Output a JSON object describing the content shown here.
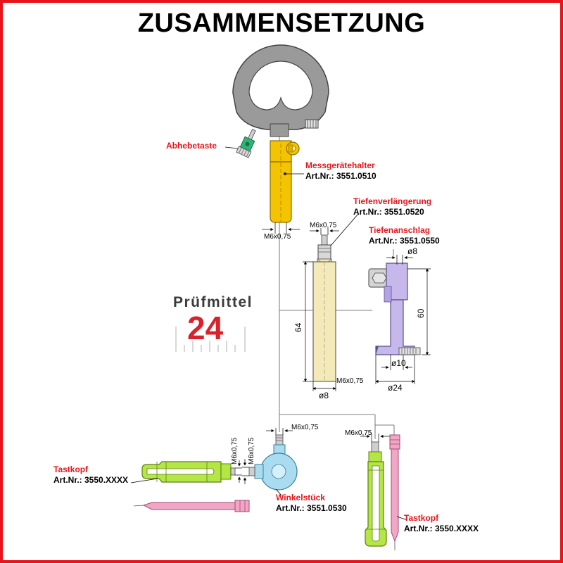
{
  "title": "ZUSAMMENSETZUNG",
  "logo": {
    "word": "Prüfmittel",
    "number": "24"
  },
  "labels": {
    "abhebetaste": "Abhebetaste",
    "messgeraetehalter": {
      "name": "Messgerätehalter",
      "art": "Art.Nr.: 3551.0510"
    },
    "tiefenverlaengerung": {
      "name": "Tiefenverlängerung",
      "art": "Art.Nr.: 3551.0520"
    },
    "tiefenanschlag": {
      "name": "Tiefenanschlag",
      "art": "Art.Nr.: 3551.0550"
    },
    "tastkopf_left": {
      "name": "Tastkopf",
      "art": "Art.Nr.: 3550.XXXX"
    },
    "winkelstueck": {
      "name": "Winkelstück",
      "art": "Art.Nr.: 3551.0530"
    },
    "tastkopf_right": {
      "name": "Tastkopf",
      "art": "Art.Nr.: 3550.XXXX"
    }
  },
  "dims": {
    "thread": "M6x0,75",
    "d8": "ø8",
    "len64": "64",
    "len60": "60",
    "d10": "ø10",
    "d24": "ø24"
  },
  "colors": {
    "border": "#e8141b",
    "label_red": "#e8141b",
    "dial_gray": "#9a9a9a",
    "holder_yellow": "#f5c400",
    "extension_beige": "#f3eab8",
    "stop_lavender": "#c6b8ea",
    "probe_green": "#b4e646",
    "angle_blue": "#a9dcf0",
    "needle_pink": "#f2a6c6",
    "button_green": "#2bb673"
  }
}
